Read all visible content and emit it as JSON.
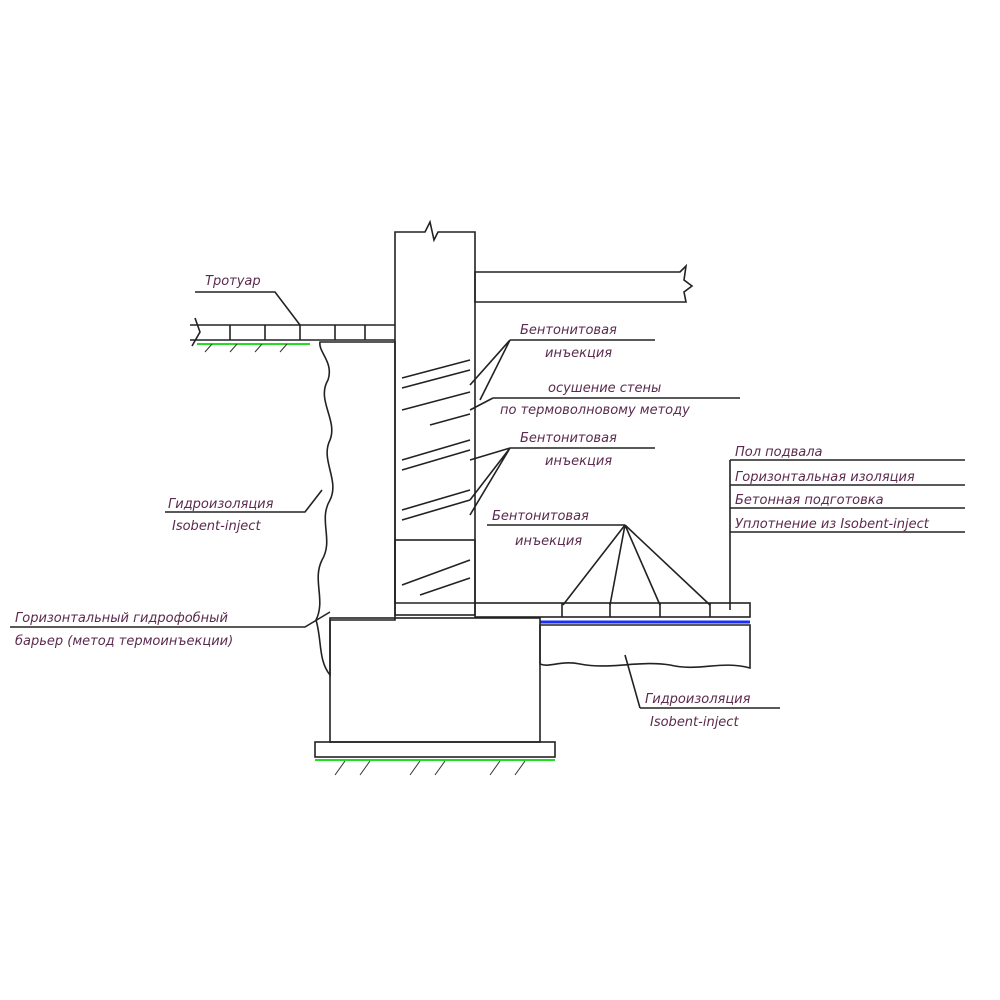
{
  "labels": {
    "sidewalk": "Тротуар",
    "bentonite_1_l1": "Бентонитовая",
    "bentonite_1_l2": "инъекция",
    "drying_l1": "осушение стены",
    "drying_l2": "по термоволновому методу",
    "bentonite_2_l1": "Бентонитовая",
    "bentonite_2_l2": "инъекция",
    "bentonite_3_l1": "Бентонитовая",
    "bentonite_3_l2": "инъекция",
    "waterproof_left_l1": "Гидроизоляция",
    "waterproof_left_l2": "Isobent-inject",
    "barrier_l1": "Горизонтальный гидрофобный",
    "barrier_l2": "барьер (метод термоинъекции)",
    "waterproof_bottom_l1": "Гидроизоляция",
    "waterproof_bottom_l2": "Isobent-inject",
    "floor_layers": [
      "Пол подвала",
      "Горизонтальная изоляция",
      "Бетонная подготовка",
      "Уплотнение из Isobent-inject"
    ]
  },
  "colors": {
    "text": "#5b2a4e",
    "ground": "#22dd22",
    "insulation": "#1a2cff",
    "line": "#222222"
  }
}
